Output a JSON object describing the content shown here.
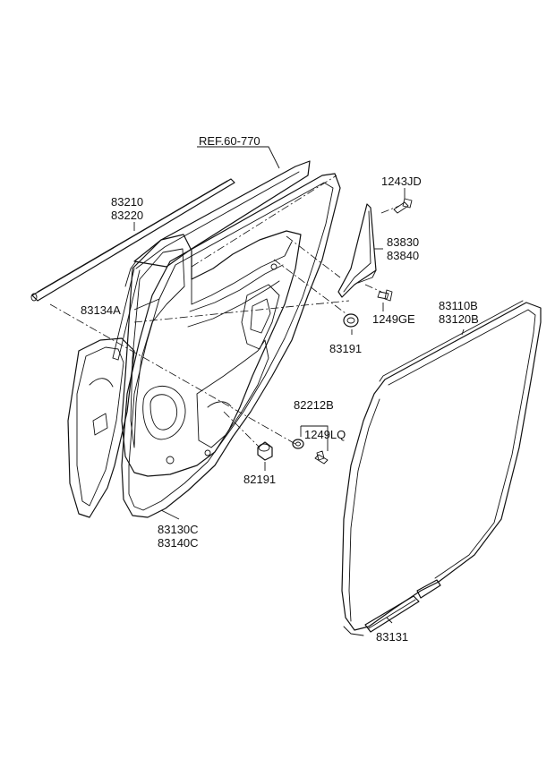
{
  "labels": {
    "ref": "REF.60-770",
    "p83210": "83210",
    "p83220": "83220",
    "p83134a": "83134A",
    "p1243jd": "1243JD",
    "p83830": "83830",
    "p83840": "83840",
    "p1249ge": "1249GE",
    "p83191": "83191",
    "p83110b": "83110B",
    "p83120b": "83120B",
    "p82212b": "82212B",
    "p1249lq": "1249LQ",
    "p82191": "82191",
    "p83130c": "83130C",
    "p83140c": "83140C",
    "p83131": "83131"
  }
}
